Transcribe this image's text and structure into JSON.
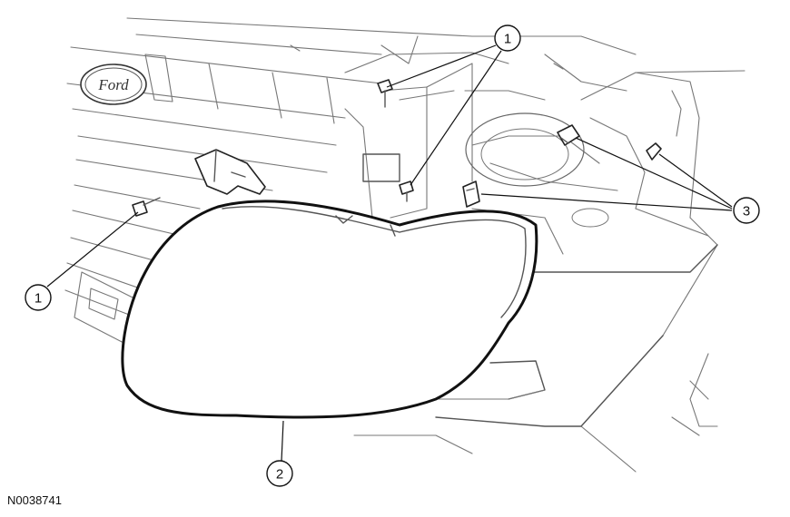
{
  "figure_id": "N0038741",
  "callouts": {
    "fastener": "1",
    "headlamp_assembly": "2",
    "electrical_connector": "3"
  },
  "logo_text": "Ford"
}
